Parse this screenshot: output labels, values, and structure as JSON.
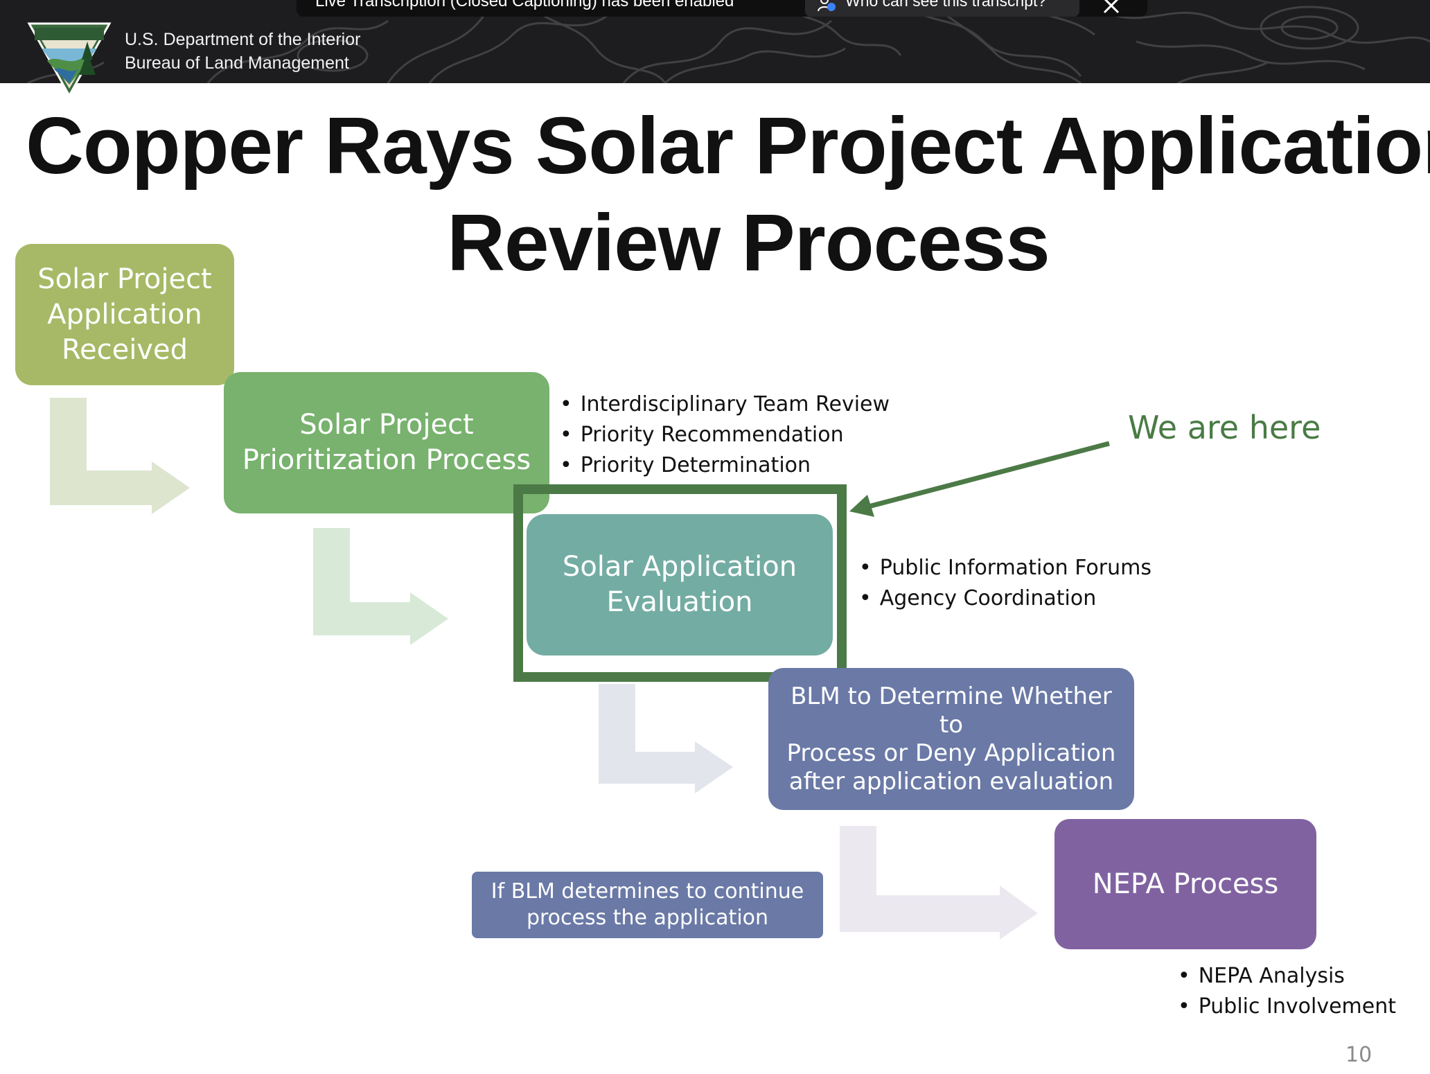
{
  "caption": {
    "notice": "Live Transcription (Closed Captioning) has been enabled",
    "who_can_see": "Who can see this transcript?"
  },
  "header": {
    "agency_line1": "U.S. Department of the Interior",
    "agency_line2": "Bureau of Land Management"
  },
  "slide": {
    "title_line1": "Copper Rays Solar Project Application",
    "title_line2": "Review Process",
    "steps": {
      "received": [
        "Solar Project",
        "Application",
        "Received"
      ],
      "prioritization": [
        "Solar Project",
        "Prioritization Process"
      ],
      "evaluation": [
        "Solar Application",
        "Evaluation"
      ],
      "determine": [
        "BLM to Determine Whether to",
        "Process or Deny Application",
        "after application evaluation"
      ],
      "nepa": "NEPA Process",
      "continue_note": [
        "If BLM determines to continue",
        "process the application"
      ]
    },
    "prioritization_bullets": [
      "Interdisciplinary Team Review",
      "Priority Recommendation",
      "Priority Determination"
    ],
    "evaluation_bullets": [
      "Public Information Forums",
      "Agency Coordination"
    ],
    "nepa_bullets": [
      "NEPA Analysis",
      "Public Involvement"
    ],
    "we_are_here": "We are here",
    "page_number": "10"
  },
  "colors": {
    "received": "#a7b966",
    "prioritization": "#78b26e",
    "evaluation": "#73aca3",
    "determine": "#6a79a6",
    "nepa": "#8062a1",
    "highlight": "#4c7a47"
  }
}
